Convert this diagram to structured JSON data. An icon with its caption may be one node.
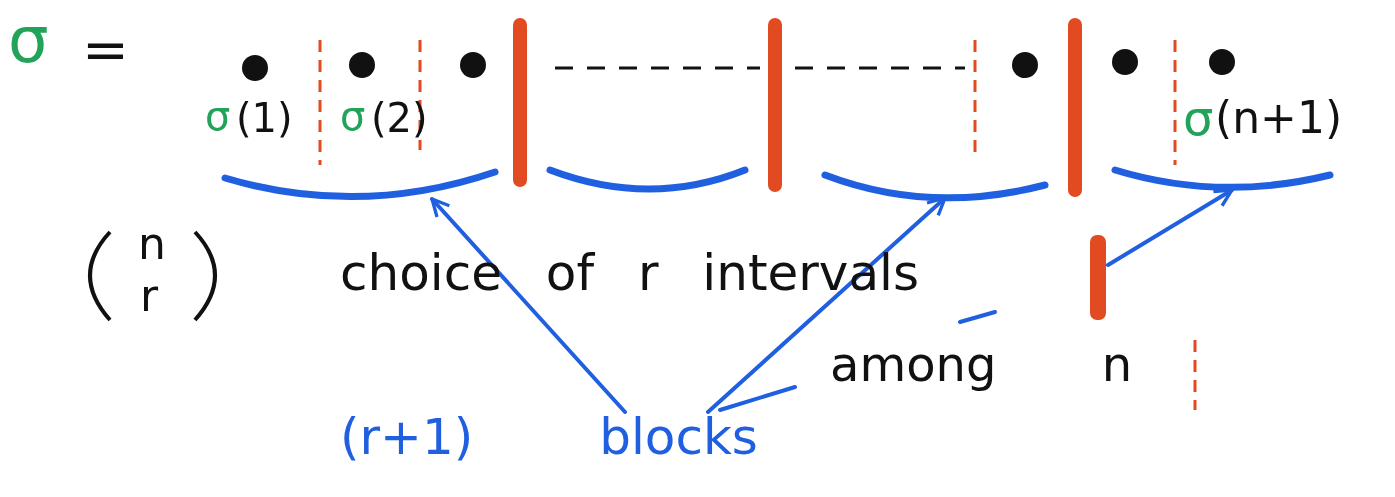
{
  "diagram": {
    "nodes": [
      {
        "text": [
          "(r+1) blocks"
        ]
      },
      {
        "text": [],
        "shape": "brace"
      },
      {
        "text": [],
        "shape": "brace"
      },
      {
        "text": [],
        "shape": "brace"
      },
      {
        "text": [],
        "shape": "brace"
      },
      {
        "text": [],
        "shape": "bar"
      }
    ],
    "edges": [
      {
        "from": 0,
        "to": 1,
        "arrow": "to"
      },
      {
        "from": 0,
        "to": 3,
        "arrow": "to"
      },
      {
        "from": 5,
        "to": 4,
        "arrow": "to"
      }
    ],
    "labels": [
      "σ",
      "=",
      "σ",
      "(1)",
      "σ",
      "(2)",
      "σ",
      "(n+1)",
      "n",
      "r",
      "choice of r intervals",
      "among n"
    ]
  }
}
